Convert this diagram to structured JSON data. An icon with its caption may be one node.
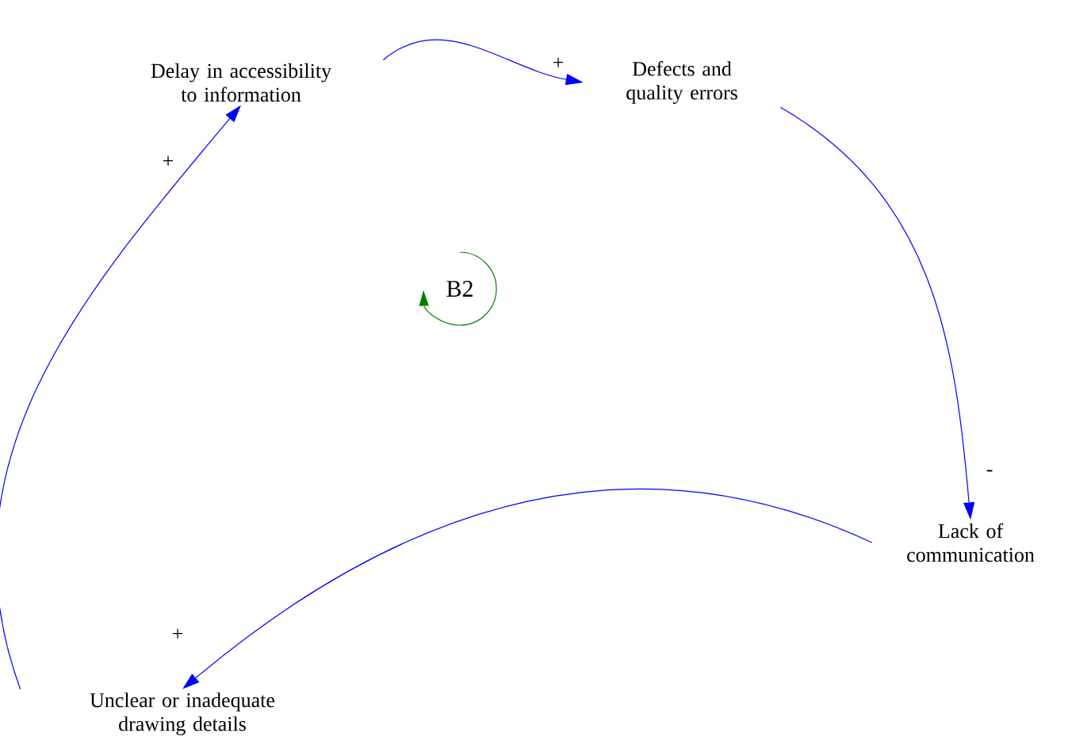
{
  "diagram": {
    "nodes": [
      {
        "text": [
          "Delay in accessibility to information"
        ]
      },
      {
        "text": [
          "Defects and quality errors"
        ]
      },
      {
        "text": [
          "Lack of communication"
        ]
      },
      {
        "text": [
          "Unclear or inadequate drawing details"
        ]
      }
    ],
    "edges": [
      {
        "from": 0,
        "to": 1,
        "arrow": "to",
        "label": "+"
      },
      {
        "from": 1,
        "to": 2,
        "arrow": "to",
        "label": "-"
      },
      {
        "from": 2,
        "to": 3,
        "arrow": "to",
        "label": "+"
      },
      {
        "from": 3,
        "to": 0,
        "arrow": "to",
        "label": "+"
      }
    ],
    "labels": [
      "B2"
    ]
  }
}
